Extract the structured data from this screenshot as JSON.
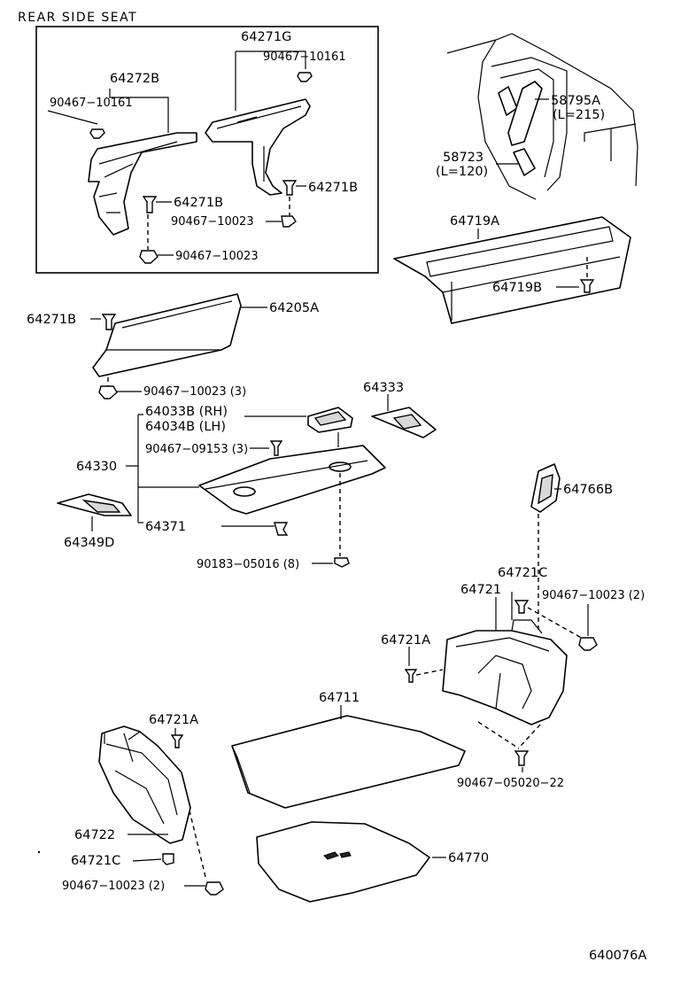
{
  "section_title": "REAR SIDE SEAT",
  "diagram_code": "640076A",
  "labels": {
    "l64271G": "64271G",
    "l90467_10161_a": "90467−10161",
    "l64272B": "64272B",
    "l90467_10161_b": "90467−10161",
    "l64271B_a": "64271B",
    "l64271B_b": "64271B",
    "l90467_10023_a": "90467−10023",
    "l90467_10023_b": "90467−10023",
    "l58795A": "58795A",
    "l58795A_len": "(L=215)",
    "l58723": "58723",
    "l58723_len": "(L=120)",
    "l64719A": "64719A",
    "l64719B": "64719B",
    "l64271B_c": "64271B",
    "l64205A": "64205A",
    "l90467_10023_3": "90467−10023 (3)",
    "l64333": "64333",
    "l64033B": "64033B (RH)",
    "l64034B": "64034B (LH)",
    "l90467_09153": "90467−09153 (3)",
    "l64330": "64330",
    "l64371": "64371",
    "l64349D": "64349D",
    "l90183_05016": "90183−05016 (8)",
    "l64766B": "64766B",
    "l64721C_a": "64721C",
    "l64721": "64721",
    "l90467_10023_2a": "90467−10023 (2)",
    "l64721A_a": "64721A",
    "l64711": "64711",
    "l90467_05020": "90467−05020−22",
    "l64721A_b": "64721A",
    "l64722": "64722",
    "l64721C_b": "64721C",
    "l90467_10023_2b": "90467−10023 (2)",
    "l64770": "64770"
  }
}
